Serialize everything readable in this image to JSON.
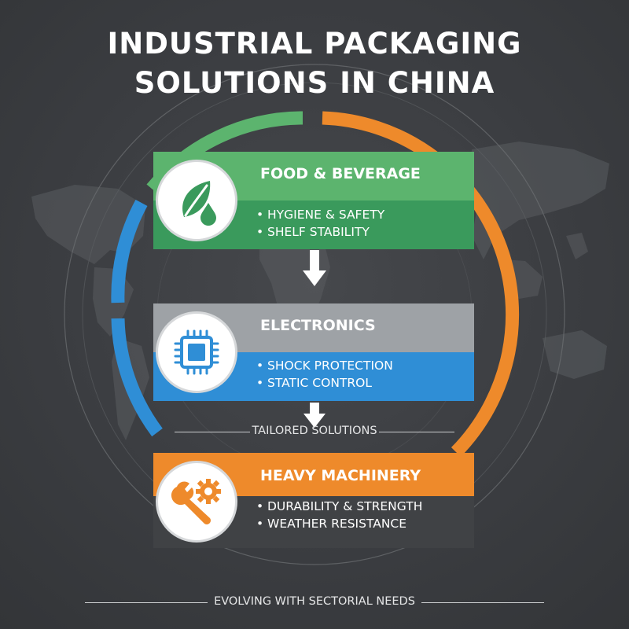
{
  "title": {
    "line1": "INDUSTRIAL PACKAGING",
    "line2": "SOLUTIONS IN CHINA"
  },
  "sectors": [
    {
      "title": "FOOD & BEVERAGE",
      "icon": "leaf-droplet-icon",
      "color": "#3a9a5c",
      "header_color": "#5cb46e",
      "bullets": [
        "HYGIENE & SAFETY",
        "SHELF STABILITY"
      ]
    },
    {
      "title": "ELECTRONICS",
      "icon": "microchip-icon",
      "color": "#2f8ed6",
      "header_color": "#9ea2a6",
      "bullets": [
        "SHOCK PROTECTION",
        "STATIC CONTROL"
      ]
    },
    {
      "title": "HEAVY MACHINERY",
      "icon": "wrench-gear-icon",
      "color": "#404245",
      "header_color": "#ee8a2b",
      "bullets": [
        "DURABILITY & STRENGTH",
        "WEATHER RESISTANCE"
      ]
    }
  ],
  "middle_caption": "TAILORED SOLUTIONS",
  "footer": "EVOLVING WITH SECTORIAL NEEDS",
  "colors": {
    "ring_green": "#5cb46e",
    "ring_orange": "#ee8a2b",
    "ring_blue": "#2f8ed6",
    "background": "#3b3d41"
  }
}
